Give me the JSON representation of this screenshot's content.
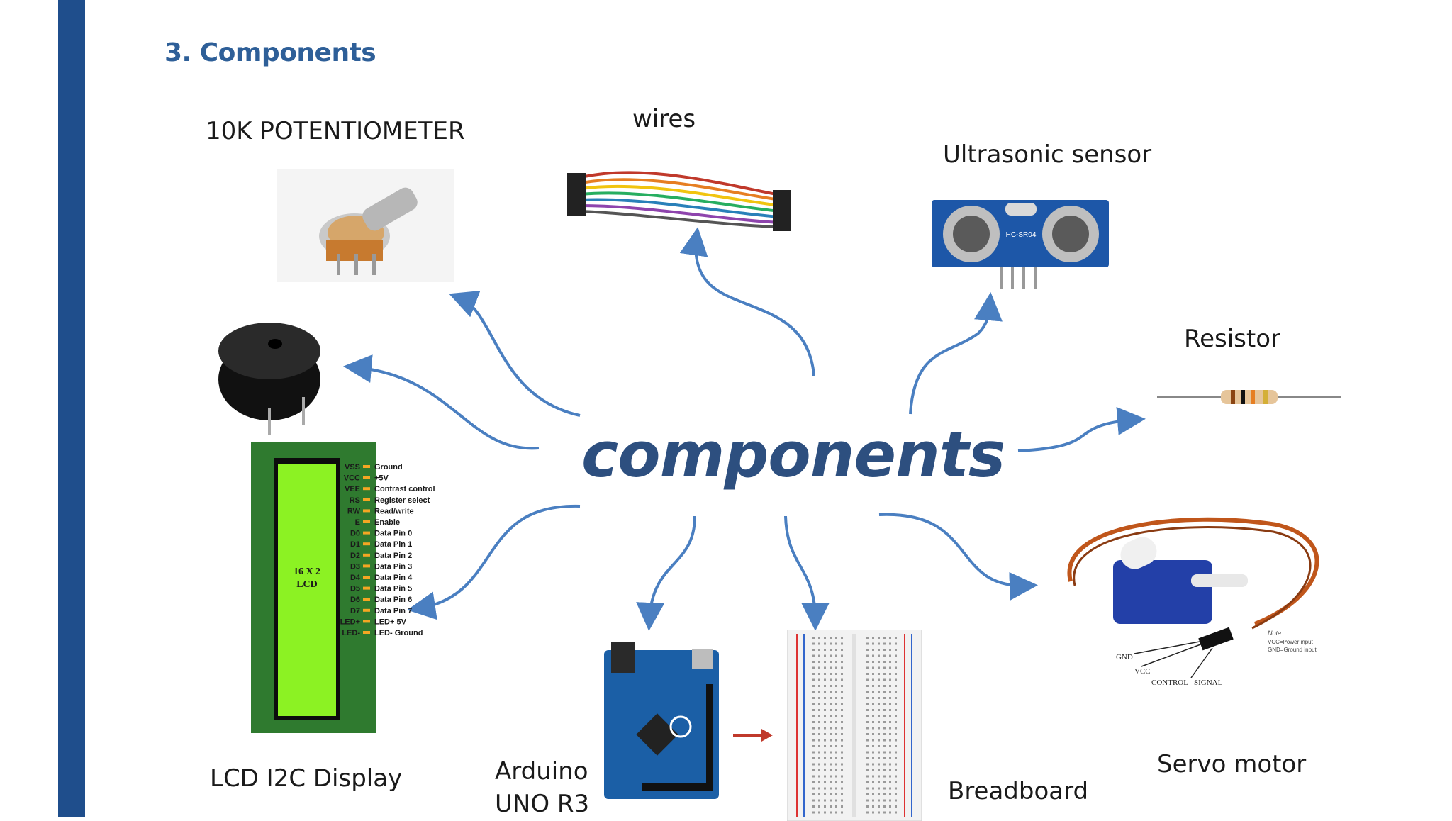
{
  "slide": {
    "title": "3. Components"
  },
  "center": {
    "word": "components"
  },
  "labels": {
    "potentiometer": "10K POTENTIOMETER",
    "wires": "wires",
    "ultrasonic": "Ultrasonic sensor",
    "resistor": "Resistor",
    "lcd": "LCD I2C Display",
    "arduino_line1": "Arduino",
    "arduino_line2": "UNO R3",
    "breadboard": "Breadboard",
    "servo": "Servo motor"
  },
  "lcd": {
    "screen_text_1": "16 X 2",
    "screen_text_2": "LCD",
    "pins": [
      {
        "pin": "VSS",
        "desc": "Ground"
      },
      {
        "pin": "VCC",
        "desc": "+5V"
      },
      {
        "pin": "VEE",
        "desc": "Contrast control"
      },
      {
        "pin": "RS",
        "desc": "Register select"
      },
      {
        "pin": "RW",
        "desc": "Read/write"
      },
      {
        "pin": "E",
        "desc": "Enable"
      },
      {
        "pin": "D0",
        "desc": "Data Pin 0"
      },
      {
        "pin": "D1",
        "desc": "Data Pin 1"
      },
      {
        "pin": "D2",
        "desc": "Data Pin 2"
      },
      {
        "pin": "D3",
        "desc": "Data Pin 3"
      },
      {
        "pin": "D4",
        "desc": "Data Pin 4"
      },
      {
        "pin": "D5",
        "desc": "Data Pin 5"
      },
      {
        "pin": "D6",
        "desc": "Data Pin 6"
      },
      {
        "pin": "D7",
        "desc": "Data Pin 7"
      },
      {
        "pin": "LED+",
        "desc": "LED+ 5V"
      },
      {
        "pin": "LED-",
        "desc": "LED- Ground"
      }
    ]
  },
  "ultrasonic": {
    "board_text": "HC-SR04"
  },
  "servo": {
    "wire_labels": [
      "GND",
      "VCC",
      "CONTROL",
      "SIGNAL"
    ],
    "note_title": "Note:",
    "note_lines": [
      "VCC=Power input",
      "GND=Ground input"
    ]
  },
  "colors": {
    "accent": "#1f4e8c",
    "arrow": "#4a7fc1",
    "title": "#2e5f98",
    "center": "#2d4f7f"
  }
}
